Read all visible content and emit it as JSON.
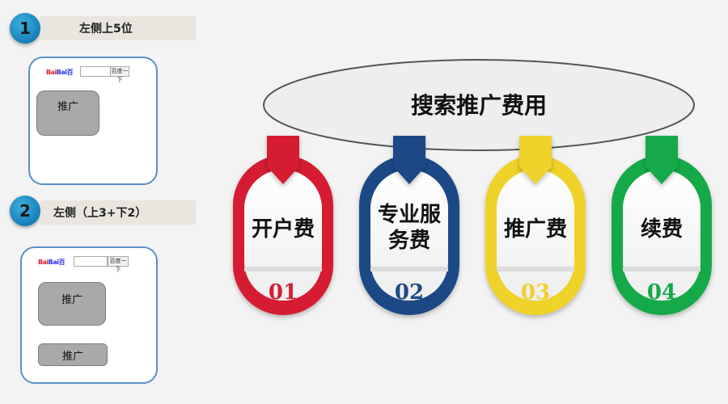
{
  "left_panel": {
    "rows": [
      {
        "number": "1",
        "label": "左侧上5位"
      },
      {
        "number": "2",
        "label": "左侧（上3+下2）"
      }
    ],
    "mock_browsers": [
      {
        "logo": "Bai百",
        "search_button": "百度一下",
        "ads": [
          "推广"
        ]
      },
      {
        "logo": "Bai百",
        "search_button": "百度一下",
        "ads": [
          "推广",
          "推广"
        ]
      }
    ]
  },
  "diagram": {
    "title": "搜索推广费用",
    "items": [
      {
        "label_lines": [
          "开户费"
        ],
        "number": "01",
        "color": "#d51f33"
      },
      {
        "label_lines": [
          "专业服",
          "务费"
        ],
        "number": "02",
        "color": "#1f4a86"
      },
      {
        "label_lines": [
          "推广费"
        ],
        "number": "03",
        "color": "#efd22c"
      },
      {
        "label_lines": [
          "续费"
        ],
        "number": "04",
        "color": "#16a94a"
      }
    ]
  }
}
